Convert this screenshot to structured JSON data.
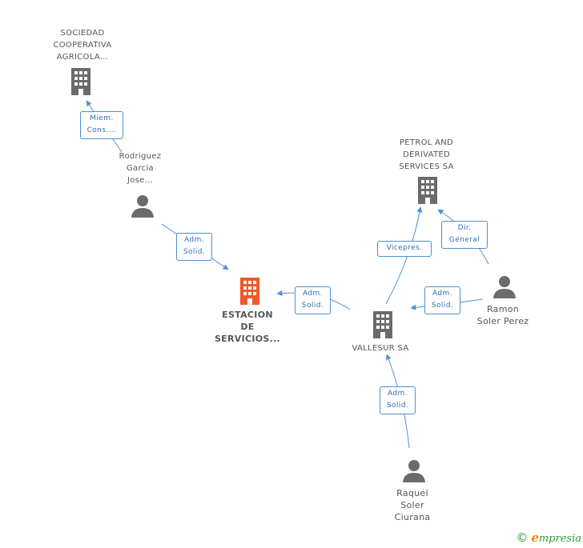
{
  "nodes": {
    "sociedad": {
      "lines": [
        "SOCIEDAD",
        "COOPERATIVA",
        "AGRICOLA..."
      ],
      "type": "company"
    },
    "petrol": {
      "lines": [
        "PETROL AND",
        "DERIVATED",
        "SERVICES SA"
      ],
      "type": "company"
    },
    "estacion": {
      "lines": [
        "ESTACION",
        "DE",
        "SERVICIOS..."
      ],
      "type": "company-main"
    },
    "vallesur": {
      "lines": [
        "VALLESUR SA"
      ],
      "type": "company"
    },
    "rodriguez": {
      "lines": [
        "Rodriguez",
        "Garcia",
        "Jose..."
      ],
      "type": "person"
    },
    "ramon": {
      "lines": [
        "Ramon",
        "Soler Perez"
      ],
      "type": "person"
    },
    "raquel": {
      "lines": [
        "Raquel",
        "Soler",
        "Ciurana"
      ],
      "type": "person"
    }
  },
  "edges": {
    "miem": [
      "Miem.",
      "Cons...."
    ],
    "adm_rodriguez": [
      "Adm.",
      "Solid."
    ],
    "adm_vallesur": [
      "Adm.",
      "Solid."
    ],
    "vicepres": [
      "Vicepres."
    ],
    "dir_general": [
      "Dir.",
      "General"
    ],
    "adm_ramon": [
      "Adm.",
      "Solid."
    ],
    "adm_raquel": [
      "Adm.",
      "Solid."
    ]
  },
  "footer": {
    "copyright": "©",
    "brand_initial": "e",
    "brand_rest": "mpresia"
  },
  "colors": {
    "company": "#6b6b6b",
    "main": "#f05a28",
    "person": "#6b6b6b",
    "edge": "#4a90d9"
  }
}
